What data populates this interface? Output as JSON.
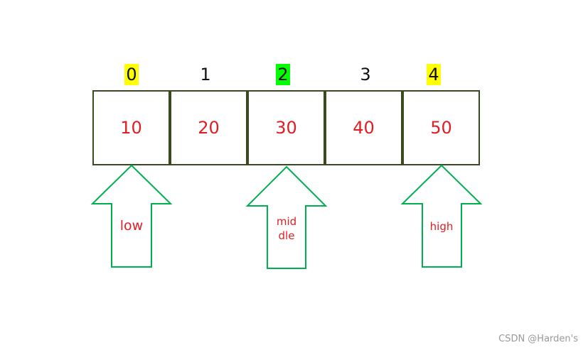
{
  "diagram": {
    "indices": [
      "0",
      "1",
      "2",
      "3",
      "4"
    ],
    "values": [
      "10",
      "20",
      "30",
      "40",
      "50"
    ],
    "highlights": {
      "0": "#ffff00",
      "2": "#00ff00",
      "4": "#ffff00"
    },
    "pointers": {
      "low": "low",
      "middle_line1": "mid",
      "middle_line2": "dle",
      "high": "high"
    },
    "colors": {
      "value_text": "#e31c23",
      "cell_border": "#3a4a1e",
      "arrow_stroke": "#00b050"
    }
  },
  "watermark": "CSDN @Harden's"
}
